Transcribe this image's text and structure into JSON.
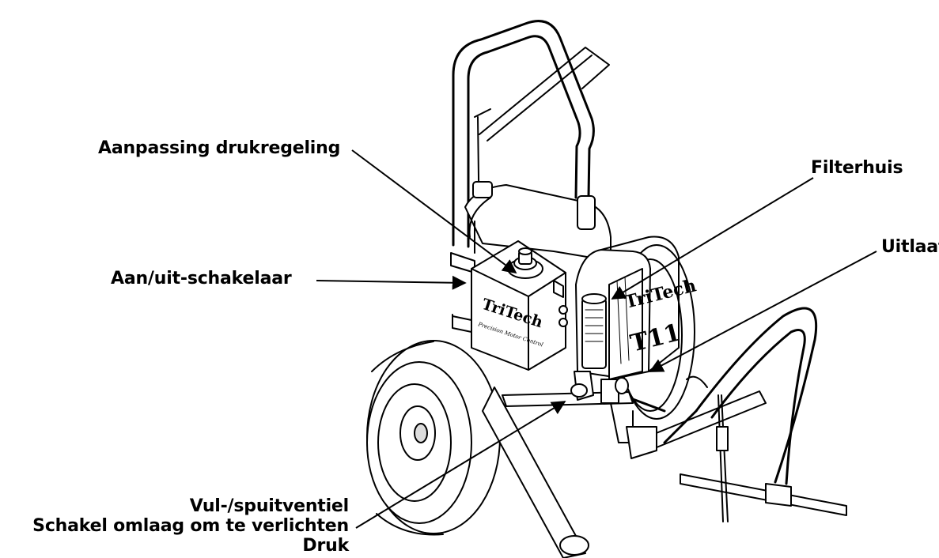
{
  "callouts": {
    "pressure_adjust": "Aanpassing drukregeling",
    "power_switch": "Aan/uit-schakelaar",
    "filter_housing": "Filterhuis",
    "outlet": "Uitlaat",
    "valve_line1": "Vul-/spuitventiel",
    "valve_line2": "Schakel omlaag om te verlichten",
    "valve_line3": "Druk"
  },
  "machine": {
    "brand_box": "TriTech",
    "slogan_box": "Precision Motor Control",
    "brand_housing": "TriTech",
    "model": "T11"
  }
}
